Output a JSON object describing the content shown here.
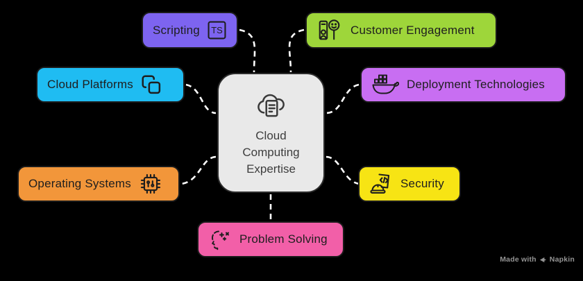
{
  "canvas": {
    "background": "#000000",
    "connector_color": "#FFFFFF",
    "ink": "#1E1E1E"
  },
  "center": {
    "title": "Cloud Computing Expertise",
    "lines": [
      "Cloud",
      "Computing",
      "Expertise"
    ],
    "bg": "#E9E9E9",
    "icon": "cloud-document-icon"
  },
  "nodes": [
    {
      "id": "scripting",
      "label": "Scripting",
      "color": "#7D64F0",
      "icon": "typescript-icon",
      "icon_side": "right"
    },
    {
      "id": "customer-engagement",
      "label": "Customer Engagement",
      "color": "#9ED63A",
      "icon": "presenter-smiley-icon",
      "icon_side": "left"
    },
    {
      "id": "cloud-platforms",
      "label": "Cloud Platforms",
      "color": "#1FBCF2",
      "icon": "stacked-squares-icon",
      "icon_side": "right"
    },
    {
      "id": "deployment-technologies",
      "label": "Deployment Technologies",
      "color": "#C86EF2",
      "icon": "docker-whale-icon",
      "icon_side": "left"
    },
    {
      "id": "operating-systems",
      "label": "Operating Systems",
      "color": "#F2963A",
      "icon": "cpu-chip-icon",
      "icon_side": "right"
    },
    {
      "id": "security",
      "label": "Security",
      "color": "#F7E414",
      "icon": "hard-hat-document-icon",
      "icon_side": "left"
    },
    {
      "id": "problem-solving",
      "label": "Problem Solving",
      "color": "#F25FA8",
      "icon": "head-sparkles-icon",
      "icon_side": "left"
    }
  ],
  "icons": {
    "ts_label": "TS"
  },
  "watermark": {
    "prefix": "Made with",
    "brand": "Napkin",
    "color": "#949494"
  }
}
